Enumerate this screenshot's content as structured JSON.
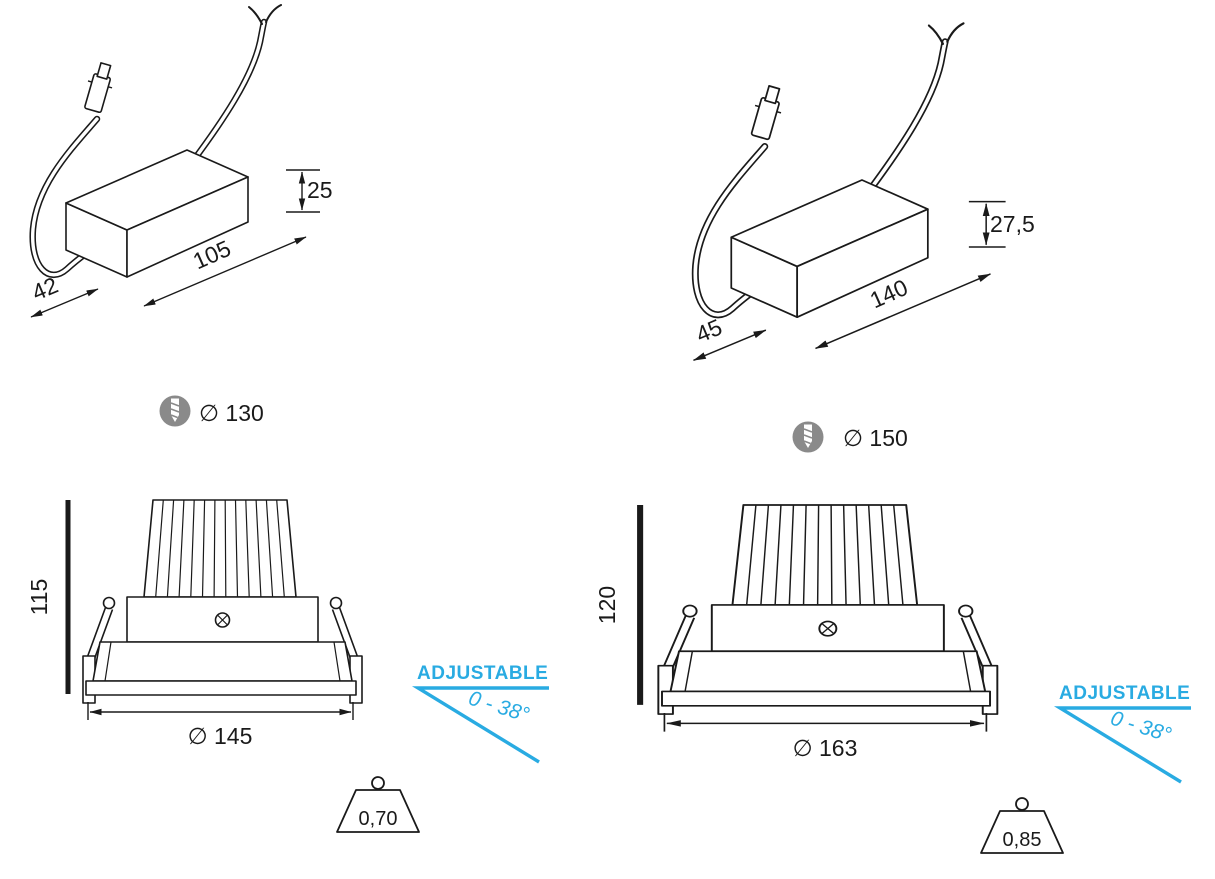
{
  "colors": {
    "accent": "#29abe2",
    "line": "#1a1a1a",
    "drill_gray": "#8a8a8a"
  },
  "icons": {
    "cutout": "drill-bit-icon",
    "beam": "trapezoid-beam-icon",
    "adjustable": "tilt-angle-lines-icon"
  },
  "left": {
    "driver": {
      "height": "25",
      "length": "105",
      "width": "42"
    },
    "cutout": {
      "label": "∅ 130"
    },
    "fixture": {
      "height": "115",
      "diameter": "∅ 145"
    },
    "adjustable": {
      "label": "ADJUSTABLE",
      "range": "0 - 38°"
    },
    "beam": {
      "value": "0,70"
    }
  },
  "right": {
    "driver": {
      "height": "27,5",
      "length": "140",
      "width": "45"
    },
    "cutout": {
      "label": "∅ 150"
    },
    "fixture": {
      "height": "120",
      "diameter": "∅ 163"
    },
    "adjustable": {
      "label": "ADJUSTABLE",
      "range": "0 - 38°"
    },
    "beam": {
      "value": "0,85"
    }
  }
}
